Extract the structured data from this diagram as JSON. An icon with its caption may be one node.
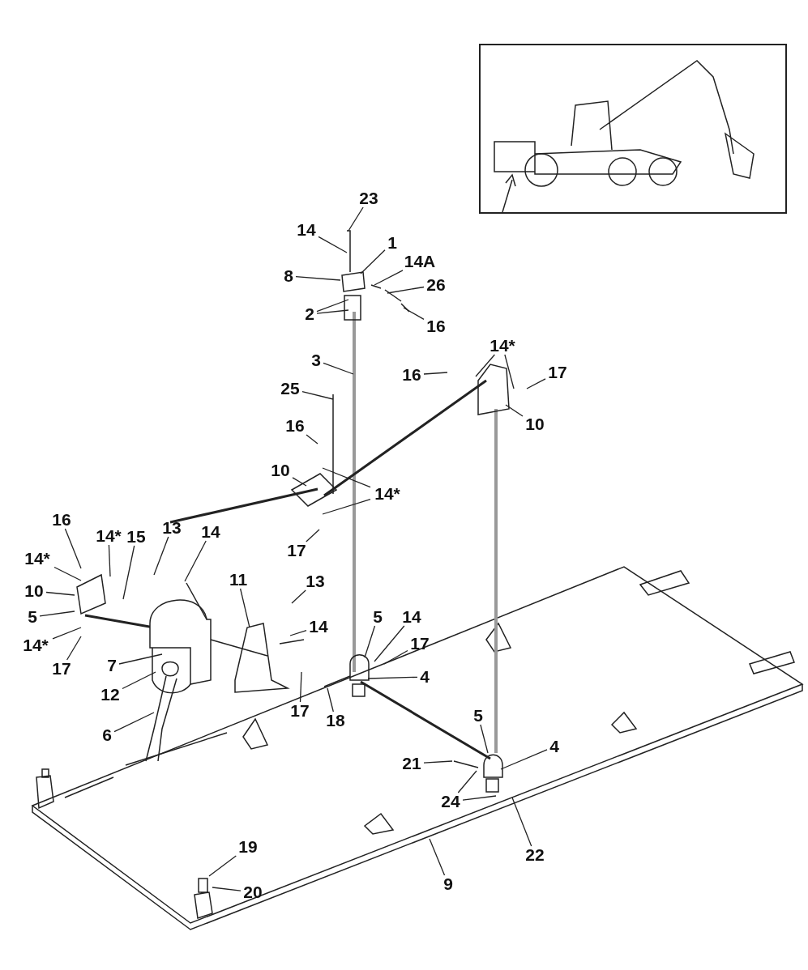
{
  "diagram": {
    "nodes": [
      {
        "text": [
          "23"
        ]
      },
      {
        "text": [
          "14"
        ]
      },
      {
        "text": [
          "1"
        ]
      },
      {
        "text": [
          "8"
        ]
      },
      {
        "text": [
          "14A"
        ]
      },
      {
        "text": [
          "26"
        ]
      },
      {
        "text": [
          "2"
        ]
      },
      {
        "text": [
          "16"
        ]
      },
      {
        "text": [
          "3"
        ]
      },
      {
        "text": [
          "25"
        ]
      },
      {
        "text": [
          "14*"
        ]
      },
      {
        "text": [
          "16"
        ]
      },
      {
        "text": [
          "17"
        ]
      },
      {
        "text": [
          "10"
        ]
      },
      {
        "text": [
          "16"
        ]
      },
      {
        "text": [
          "10"
        ]
      },
      {
        "text": [
          "14*"
        ]
      },
      {
        "text": [
          "17"
        ]
      },
      {
        "text": [
          "16"
        ]
      },
      {
        "text": [
          "14*"
        ]
      },
      {
        "text": [
          "15"
        ]
      },
      {
        "text": [
          "13"
        ]
      },
      {
        "text": [
          "14"
        ]
      },
      {
        "text": [
          "14*"
        ]
      },
      {
        "text": [
          "10"
        ]
      },
      {
        "text": [
          "5"
        ]
      },
      {
        "text": [
          "14*"
        ]
      },
      {
        "text": [
          "11"
        ]
      },
      {
        "text": [
          "13"
        ]
      },
      {
        "text": [
          "14"
        ]
      },
      {
        "text": [
          "17"
        ]
      },
      {
        "text": [
          "7"
        ]
      },
      {
        "text": [
          "5"
        ]
      },
      {
        "text": [
          "14"
        ]
      },
      {
        "text": [
          "17"
        ]
      },
      {
        "text": [
          "4"
        ]
      },
      {
        "text": [
          "12"
        ]
      },
      {
        "text": [
          "17"
        ]
      },
      {
        "text": [
          "18"
        ]
      },
      {
        "text": [
          "6"
        ]
      },
      {
        "text": [
          "5"
        ]
      },
      {
        "text": [
          "4"
        ]
      },
      {
        "text": [
          "21"
        ]
      },
      {
        "text": [
          "24"
        ]
      },
      {
        "text": [
          "22"
        ]
      },
      {
        "text": [
          "19"
        ]
      },
      {
        "text": [
          "20"
        ]
      },
      {
        "text": [
          "9"
        ]
      }
    ],
    "edges": [
      {
        "from": 0,
        "to": null,
        "arrow": "none"
      },
      {
        "from": 1,
        "to": null,
        "arrow": "none"
      },
      {
        "from": 2,
        "to": null,
        "arrow": "none"
      },
      {
        "from": 3,
        "to": null,
        "arrow": "none"
      },
      {
        "from": 4,
        "to": null,
        "arrow": "none"
      },
      {
        "from": 5,
        "to": null,
        "arrow": "none"
      },
      {
        "from": 6,
        "to": null,
        "arrow": "none"
      },
      {
        "from": 6,
        "to": null,
        "arrow": "none"
      },
      {
        "from": 7,
        "to": null,
        "arrow": "none"
      },
      {
        "from": 8,
        "to": null,
        "arrow": "none"
      },
      {
        "from": 9,
        "to": null,
        "arrow": "none"
      },
      {
        "from": 10,
        "to": null,
        "arrow": "none"
      },
      {
        "from": 10,
        "to": null,
        "arrow": "none"
      },
      {
        "from": 11,
        "to": null,
        "arrow": "none"
      },
      {
        "from": 12,
        "to": null,
        "arrow": "none"
      },
      {
        "from": 13,
        "to": null,
        "arrow": "none"
      },
      {
        "from": 14,
        "to": null,
        "arrow": "none"
      },
      {
        "from": 15,
        "to": null,
        "arrow": "none"
      },
      {
        "from": 16,
        "to": null,
        "arrow": "none"
      },
      {
        "from": 16,
        "to": null,
        "arrow": "none"
      },
      {
        "from": 17,
        "to": null,
        "arrow": "none"
      },
      {
        "from": 18,
        "to": null,
        "arrow": "none"
      },
      {
        "from": 19,
        "to": null,
        "arrow": "none"
      },
      {
        "from": 20,
        "to": null,
        "arrow": "none"
      },
      {
        "from": 21,
        "to": null,
        "arrow": "none"
      },
      {
        "from": 22,
        "to": null,
        "arrow": "none"
      },
      {
        "from": 23,
        "to": null,
        "arrow": "none"
      },
      {
        "from": 24,
        "to": null,
        "arrow": "none"
      },
      {
        "from": 25,
        "to": null,
        "arrow": "none"
      },
      {
        "from": 26,
        "to": null,
        "arrow": "none"
      },
      {
        "from": 27,
        "to": null,
        "arrow": "none"
      },
      {
        "from": 28,
        "to": null,
        "arrow": "none"
      },
      {
        "from": 29,
        "to": null,
        "arrow": "none"
      },
      {
        "from": 30,
        "to": null,
        "arrow": "none"
      },
      {
        "from": 31,
        "to": null,
        "arrow": "none"
      },
      {
        "from": 32,
        "to": null,
        "arrow": "none"
      },
      {
        "from": 33,
        "to": null,
        "arrow": "none"
      },
      {
        "from": 34,
        "to": null,
        "arrow": "none"
      },
      {
        "from": 35,
        "to": null,
        "arrow": "none"
      },
      {
        "from": 36,
        "to": null,
        "arrow": "none"
      },
      {
        "from": 37,
        "to": null,
        "arrow": "none"
      },
      {
        "from": 38,
        "to": null,
        "arrow": "none"
      },
      {
        "from": 39,
        "to": null,
        "arrow": "none"
      },
      {
        "from": 40,
        "to": null,
        "arrow": "none"
      },
      {
        "from": 41,
        "to": null,
        "arrow": "none"
      },
      {
        "from": 42,
        "to": null,
        "arrow": "none"
      },
      {
        "from": 43,
        "to": null,
        "arrow": "none"
      },
      {
        "from": 43,
        "to": null,
        "arrow": "none"
      },
      {
        "from": 44,
        "to": null,
        "arrow": "none"
      },
      {
        "from": 45,
        "to": null,
        "arrow": "none"
      },
      {
        "from": 46,
        "to": null,
        "arrow": "none"
      },
      {
        "from": 47,
        "to": null,
        "arrow": "none"
      }
    ]
  }
}
